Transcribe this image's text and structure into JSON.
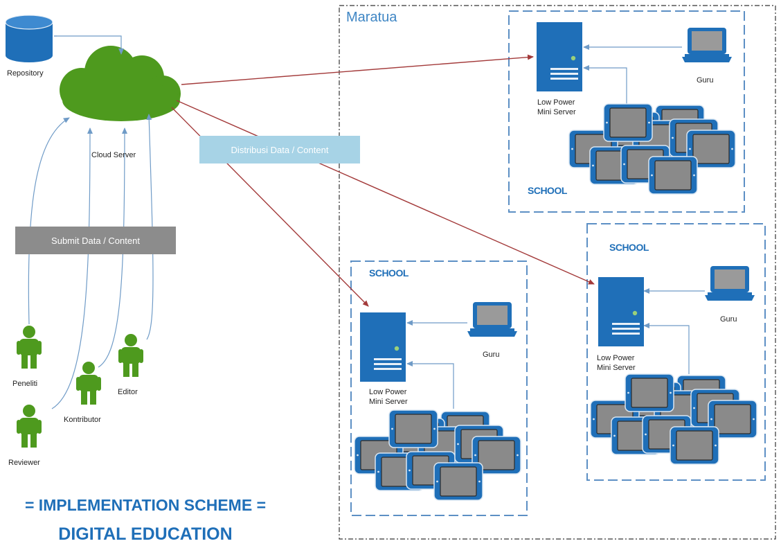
{
  "region": {
    "title": "Maratua"
  },
  "cloud": {
    "repository_label": "Repository",
    "cloud_label": "Cloud Server"
  },
  "callouts": {
    "submit": "Submit Data / Content",
    "distribute": "Distribusi Data / Content"
  },
  "users": {
    "peneliti": "Peneliti",
    "reviewer": "Reviewer",
    "kontributor": "Kontributor",
    "editor": "Editor"
  },
  "schools": [
    {
      "title": "SCHOOL",
      "server_label_1": "Low Power",
      "server_label_2": "Mini Server",
      "guru_label": "Guru"
    },
    {
      "title": "SCHOOL",
      "server_label_1": "Low Power",
      "server_label_2": "Mini Server",
      "guru_label": "Guru"
    },
    {
      "title": "SCHOOL",
      "server_label_1": "Low Power",
      "server_label_2": "Mini Server",
      "guru_label": "Guru"
    }
  ],
  "footer": {
    "scheme": "= IMPLEMENTATION SCHEME =",
    "title": "DIGITAL EDUCATION"
  },
  "colors": {
    "blue": "#1f6fb8",
    "green": "#4e9a1e",
    "arrow_red": "#a33a3a",
    "arrow_blue": "#7aa6cf",
    "tablet_screen": "#8a8a8a"
  },
  "icons": [
    "database-icon",
    "cloud-icon",
    "server-icon",
    "laptop-icon",
    "tablet-icon",
    "person-icon"
  ]
}
